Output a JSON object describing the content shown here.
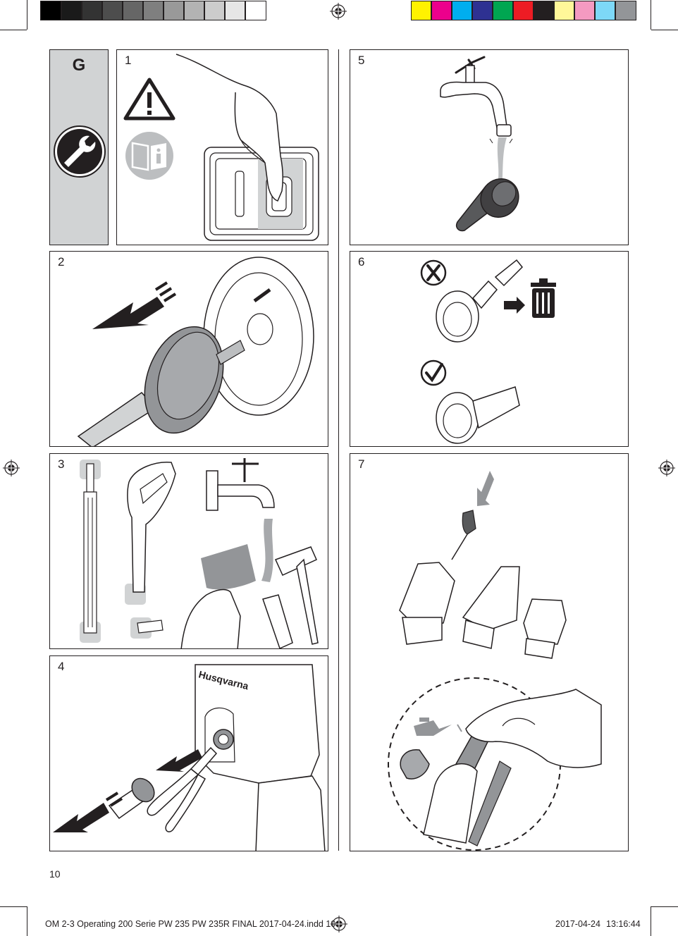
{
  "section": {
    "letter": "G"
  },
  "panels": {
    "p1": "1",
    "p2": "2",
    "p3": "3",
    "p4": "4",
    "p5": "5",
    "p6": "6",
    "p7": "7"
  },
  "brand": {
    "logo_text": "Husqvarna"
  },
  "page_number": "10",
  "footer": {
    "file": "OM 2-3 Operating 200 Serie PW 235 PW 235R  FINAL 2017-04-24.indd   10",
    "date": "2017-04-24",
    "time": "13:16:44"
  },
  "colors": {
    "gray_bars": [
      "#000000",
      "#1a1a1a",
      "#333333",
      "#4d4d4d",
      "#666666",
      "#7f7f7f",
      "#999999",
      "#b3b3b3",
      "#cccccc",
      "#e6e6e6",
      "#ffffff"
    ],
    "color_bars": [
      "#fff200",
      "#ec008c",
      "#00aeef",
      "#2e3192",
      "#00a651",
      "#ed1c24",
      "#231f20",
      "#fff799",
      "#f49ac1",
      "#7dd8f7",
      "#939598"
    ],
    "panel_gray": "#d1d3d4",
    "ink": "#231f20"
  },
  "icons": [
    "warning-icon",
    "manual-info-icon",
    "wrench-icon",
    "registration-mark-icon",
    "trash-icon",
    "cross-icon",
    "check-icon",
    "oil-can-icon"
  ]
}
